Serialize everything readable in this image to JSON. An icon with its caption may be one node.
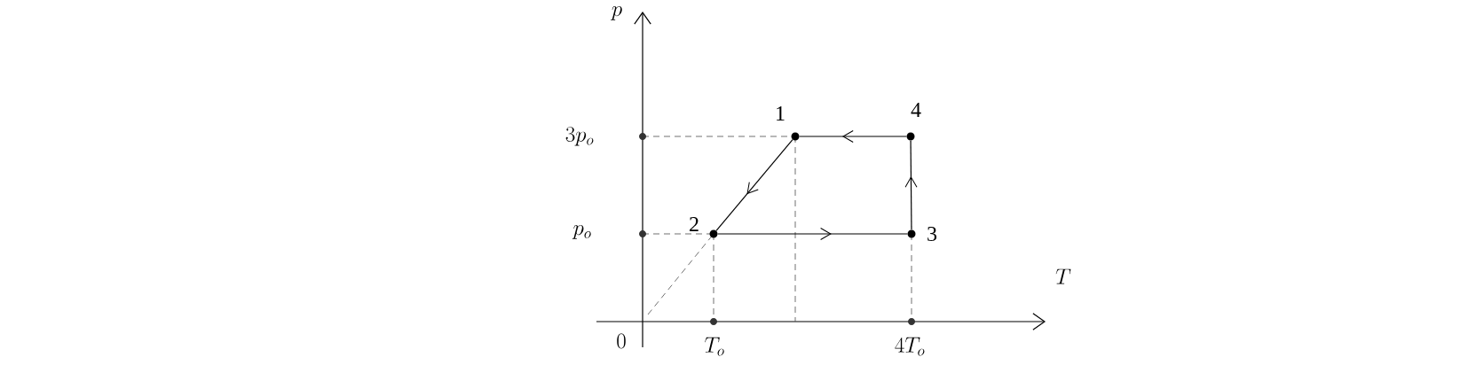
{
  "diagram": {
    "nodes": [
      {
        "text": [],
        "shape": "circle",
        "beside": [
          "1"
        ]
      },
      {
        "text": [],
        "shape": "circle",
        "beside": [
          "2"
        ]
      },
      {
        "text": [],
        "shape": "circle",
        "beside": [
          "3"
        ]
      },
      {
        "text": [],
        "shape": "circle",
        "beside": [
          "4"
        ]
      }
    ],
    "edges": [
      {
        "from": 0,
        "to": 1,
        "arrow": "to"
      },
      {
        "from": 1,
        "to": 2,
        "arrow": "to"
      },
      {
        "from": 2,
        "to": 3,
        "arrow": "to"
      },
      {
        "from": 3,
        "to": 0,
        "arrow": "to"
      }
    ],
    "labels": [
      "p",
      "3p_o",
      "p_o",
      "T",
      "0",
      "T_o",
      "4T_o"
    ]
  }
}
